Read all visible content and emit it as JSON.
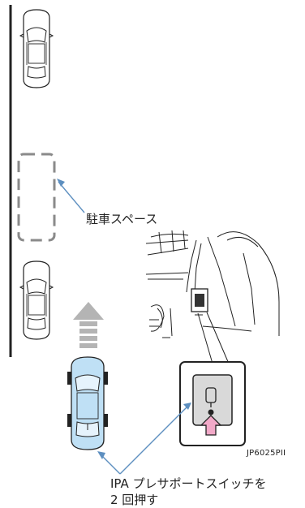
{
  "labels": {
    "parking_space": "駐車スペース",
    "figure_code": "JP6025PII",
    "instruction_line1": "IPA プレサポートスイッチを",
    "instruction_line2": "2 回押す"
  },
  "colors": {
    "line": "#222222",
    "dashed_space": "#8a8a8a",
    "arrow_gray": "#b4b4b4",
    "own_car": "#bfe0f5",
    "leader": "#5d8fc0",
    "pink_arrow": "#f2a9c8",
    "switch_face": "#d9d9d9"
  },
  "icons": {
    "parked_car": "parked-car-icon",
    "own_car": "own-car-icon",
    "forward_arrow": "forward-arrow-icon",
    "press_arrow": "press-arrow-icon",
    "ipa_switch": "ipa-switch-icon"
  }
}
